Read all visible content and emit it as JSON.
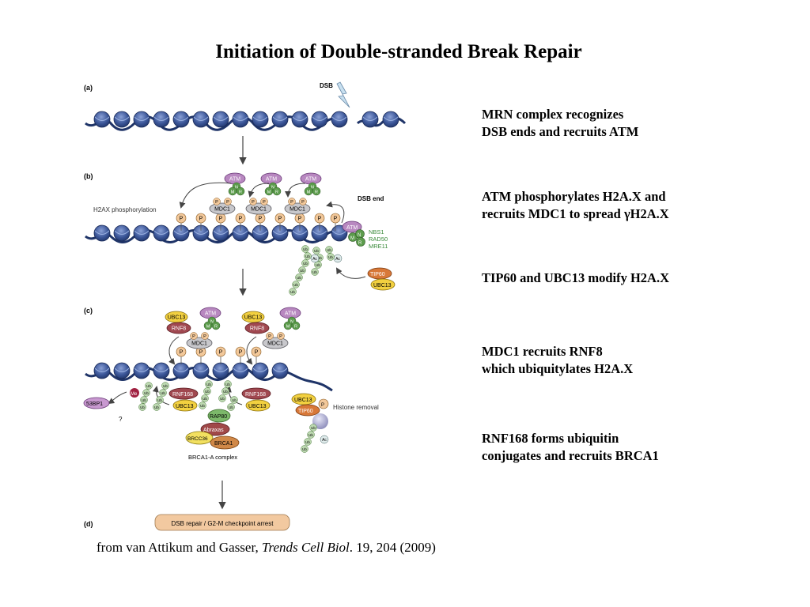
{
  "title": "Initiation of Double-stranded Break Repair",
  "colors": {
    "nucleosome": "#2f4a87",
    "nucleosome_light": "#6f87c0",
    "atm": "#b888c0",
    "mrn_green": "#5c9c4c",
    "phospho": "#f2c89a",
    "mdc1": "#c8c8cc",
    "rnf": "#a04850",
    "ubc13": "#f2d040",
    "ubiquitin": "#bcd8b0",
    "tip60": "#d87838",
    "abraxas": "#a04848",
    "brca1": "#d08848",
    "brcc36": "#f2e060",
    "repair_box": "#f2c9a0"
  },
  "panels": {
    "a": "(a)",
    "b": "(b)",
    "c": "(c)",
    "d": "(d)"
  },
  "labels": {
    "dsb": "DSB",
    "dsb_end": "DSB end",
    "h2ax": "H2AX phosphorylation",
    "nbs1": "NBS1",
    "rad50": "RAD50",
    "mre11": "MRE11",
    "histone_removal": "Histone removal",
    "brca1_complex": "BRCA1-A complex",
    "question": "?"
  },
  "proteins": {
    "atm": "ATM",
    "n": "N",
    "m": "M",
    "r": "R",
    "p": "P",
    "mdc1": "MDC1",
    "ub": "Ub",
    "ac": "Ac",
    "tip60": "TIP60",
    "ubc13": "UBC13",
    "rnf8": "RNF8",
    "rnf168": "RNF168",
    "rap80": "RAP80",
    "abraxas": "Abraxas",
    "brcc36": "BRCC36",
    "brca1": "BRCA1",
    "bp53": "53BP1",
    "me": "Me"
  },
  "repair_box": "DSB repair / G2-M checkpoint arrest",
  "notes": [
    {
      "line1": "MRN complex recognizes",
      "line2": "DSB ends and recruits ATM"
    },
    {
      "line1": "ATM phosphorylates H2A.X and",
      "line2": "recruits MDC1  to spread γH2A.X"
    },
    {
      "line1": "TIP60 and UBC13 modify H2A.X",
      "line2": ""
    },
    {
      "line1": "MDC1 recruits RNF8",
      "line2": "which ubiquitylates H2A.X"
    },
    {
      "line1": "RNF168 forms ubiquitin",
      "line2": "conjugates and recruits BRCA1"
    }
  ],
  "citation": {
    "prefix": "from van Attikum and Gasser, ",
    "journal": "Trends Cell Biol",
    "suffix": ". 19, 204 (2009)"
  }
}
